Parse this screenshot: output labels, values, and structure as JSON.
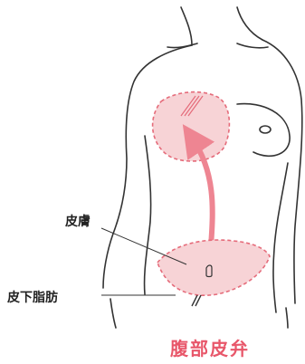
{
  "labels": {
    "skin": "皮膚",
    "subcutaneous_fat": "皮下脂肪"
  },
  "caption": "腹部皮弁",
  "colors": {
    "outline": "#333333",
    "flap_fill": "#f7d3d6",
    "flap_border": "#e56b7a",
    "arrow": "#ee8592",
    "caption": "#e8576a"
  },
  "icons": [
    "torso-outline",
    "abdominal-flap",
    "reconstructed-breast-area",
    "transfer-arrow"
  ]
}
